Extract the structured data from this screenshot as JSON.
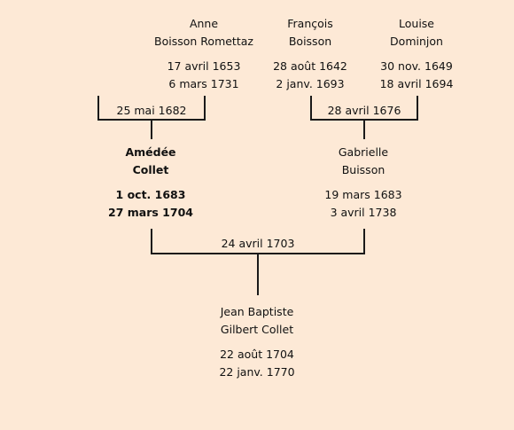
{
  "colors": {
    "background": "#fde9d6",
    "line": "#1a1a1a",
    "text": "#111111"
  },
  "people": {
    "anne": {
      "name_line1": "Anne",
      "name_line2": "Boisson Romettaz",
      "birth": "17 avril 1653",
      "death": "6 mars 1731"
    },
    "francois": {
      "name_line1": "François",
      "name_line2": "Boisson",
      "birth": "28 août 1642",
      "death": "2 janv. 1693"
    },
    "louise": {
      "name_line1": "Louise",
      "name_line2": "Dominjon",
      "birth": "30 nov. 1649",
      "death": "18 avril 1694"
    },
    "amedee": {
      "name_line1": "Amédée",
      "name_line2": "Collet",
      "birth": "1 oct. 1683",
      "death": "27 mars 1704"
    },
    "gabrielle": {
      "name_line1": "Gabrielle",
      "name_line2": "Buisson",
      "birth": "19 mars 1683",
      "death": "3 avril 1738"
    },
    "jean": {
      "name_line1": "Jean Baptiste",
      "name_line2": "Gilbert Collet",
      "birth": "22 août 1704",
      "death": "22 janv. 1770"
    }
  },
  "unions": {
    "anne_union": "25 mai 1682",
    "francois_louise": "28 avril 1676",
    "amedee_gabrielle": "24 avril 1703"
  }
}
